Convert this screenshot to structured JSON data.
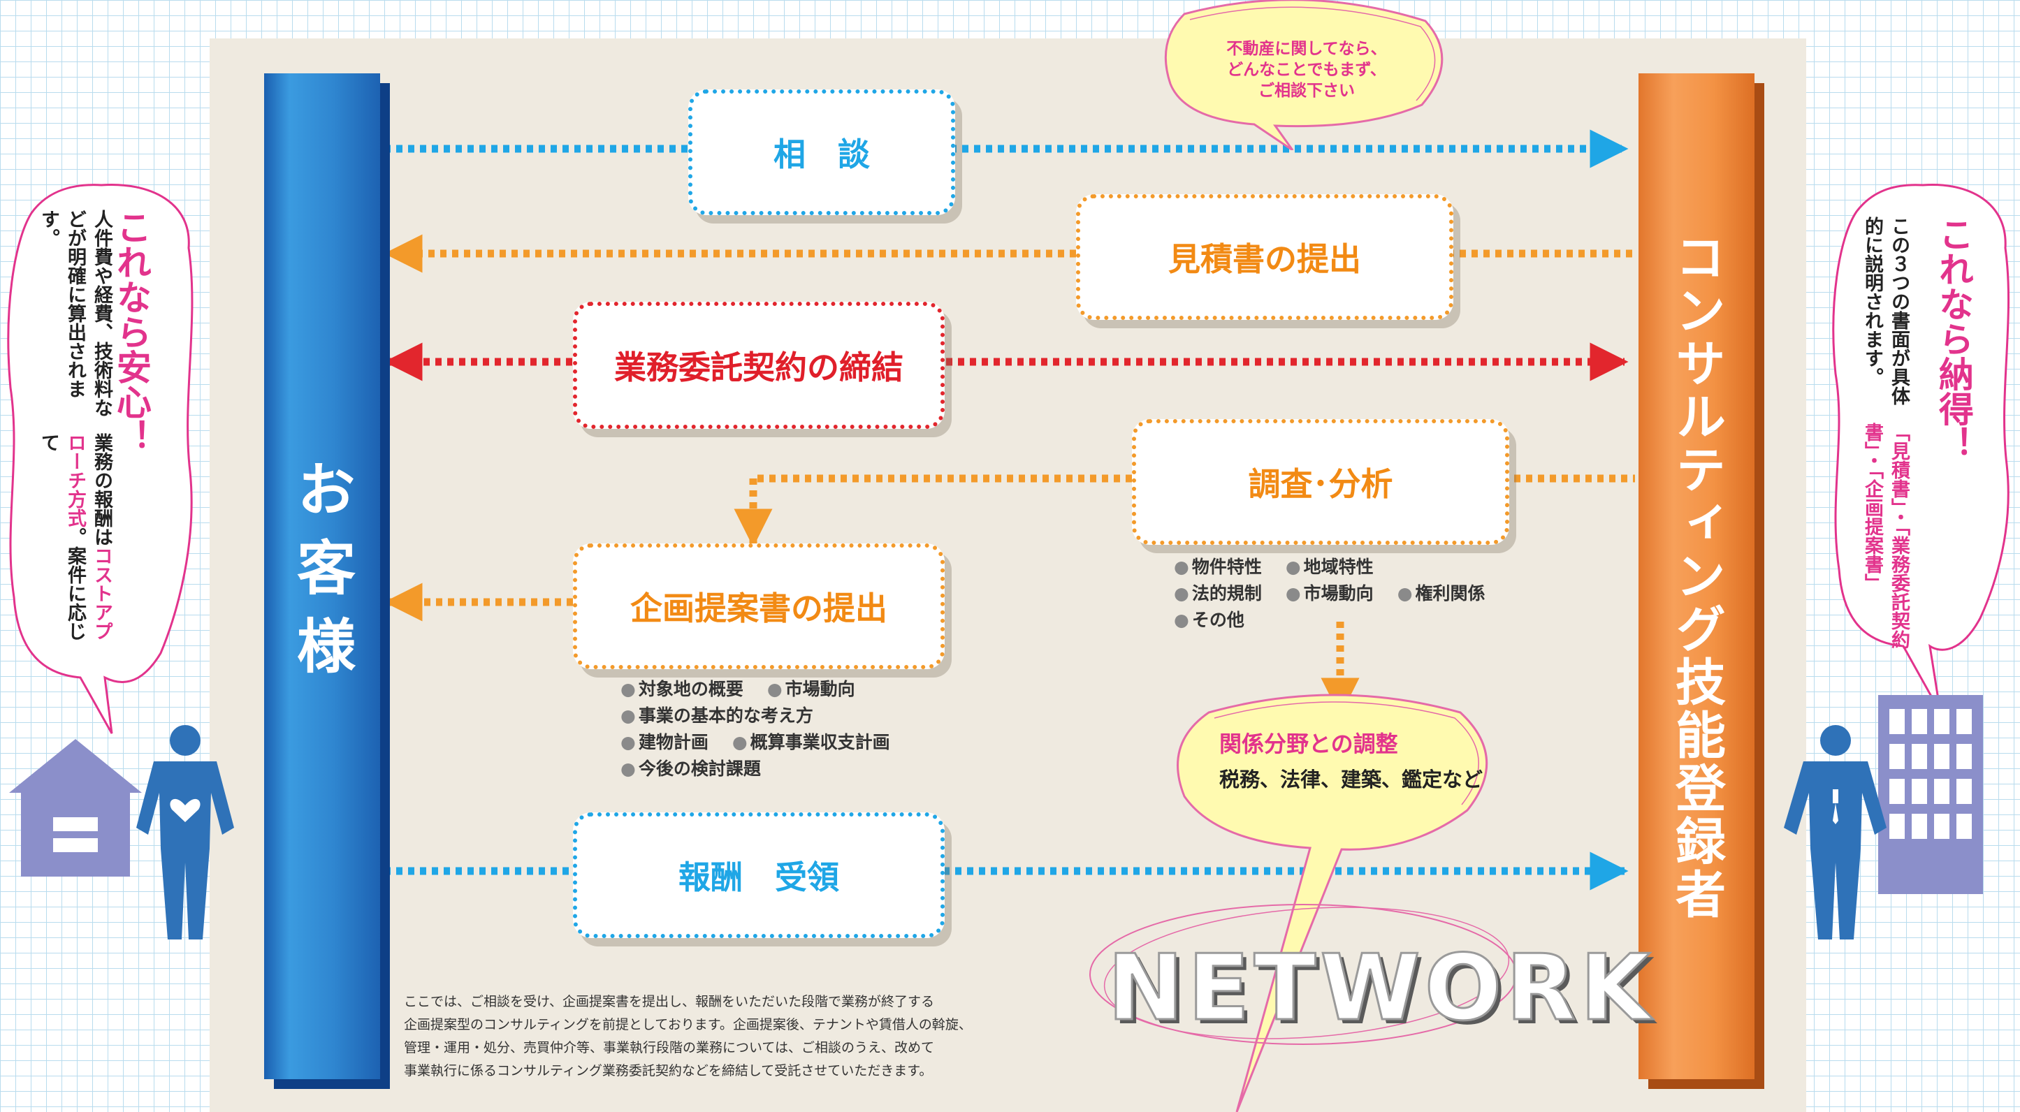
{
  "left_bar": {
    "label": "お客様"
  },
  "right_bar": {
    "label": "コンサルティング技能登録者"
  },
  "steps": {
    "consultation": "相　談",
    "estimate": "見積書の提出",
    "contract": "業務委託契約の締結",
    "survey": "調査･分析",
    "proposal": "企画提案書の提出",
    "coordination": "関係分野との調整",
    "payment": "報酬　受領"
  },
  "consult_bubble": [
    "不動産に関してなら、",
    "どんなことでもまず、",
    "ご相談下さい"
  ],
  "survey_items": {
    "row1": [
      "物件特性",
      "地域特性"
    ],
    "row2": [
      "法的規制",
      "市場動向",
      "権利関係"
    ],
    "row3": [
      "その他"
    ]
  },
  "proposal_items": {
    "row1": [
      "対象地の概要",
      "市場動向"
    ],
    "row2": [
      "事業の基本的な考え方"
    ],
    "row3": [
      "建物計画",
      "概算事業収支計画"
    ],
    "row4": [
      "今後の検討課題"
    ]
  },
  "coordination_detail": "税務、法律、建築、鑑定など",
  "network_label": "NETWORK",
  "note_lines": [
    "ここでは、ご相談を受け、企画提案書を提出し、報酬をいただいた段階で業務が終了する",
    "企画提案型のコンサルティングを前提としております。企画提案後、テナントや賃借人の斡旋、",
    "管理・運用・処分、売買仲介等、事業執行段階の業務については、ご相談のうえ、改めて",
    "事業執行に係るコンサルティング業務委託契約などを締結して受託させていただきます。"
  ],
  "left_callout": {
    "title": "これなら安心！",
    "body_pre": "業務の報酬は",
    "body_hl": "コストアプローチ方式",
    "body_mid": "。案件に応じて",
    "body_line2": "人件費や経費、技術料などが明確に算出されます。"
  },
  "right_callout": {
    "title": "これなら納得！",
    "body_line1": "「見積書」・「業務委託契約書」・「企画提案書」",
    "body_line2": "この３つの書面が具体的に説明されます。"
  },
  "colors": {
    "blue": "#1fa6e6",
    "orange": "#f39a2a",
    "red": "#e2262d",
    "pink": "#e2338c"
  },
  "icons": [
    "house-icon",
    "client-person-icon",
    "building-icon",
    "consultant-person-icon"
  ]
}
